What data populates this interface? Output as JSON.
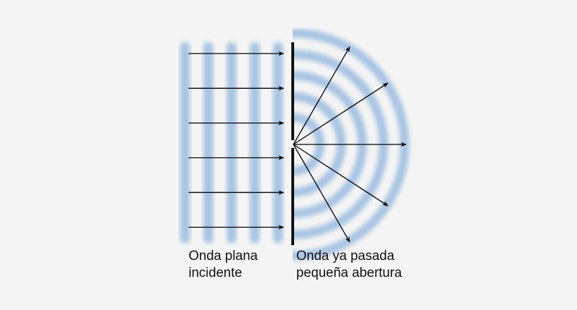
{
  "captions": {
    "incident": [
      "Onda plana",
      "incidente"
    ],
    "diffracted": [
      "Onda ya pasada",
      "pequeña abertura"
    ]
  },
  "colors": {
    "background": "#f4f4f4",
    "wave_band": "#9bbbe0",
    "arrow": "#000000",
    "barrier": "#111111"
  },
  "diagram": {
    "incident_wavefront_count": 5,
    "incident_arrow_count": 6,
    "diffracted_wavefront_count": 5,
    "diffracted_arrow_angles_deg": [
      -60,
      -33,
      0,
      33,
      60
    ]
  }
}
